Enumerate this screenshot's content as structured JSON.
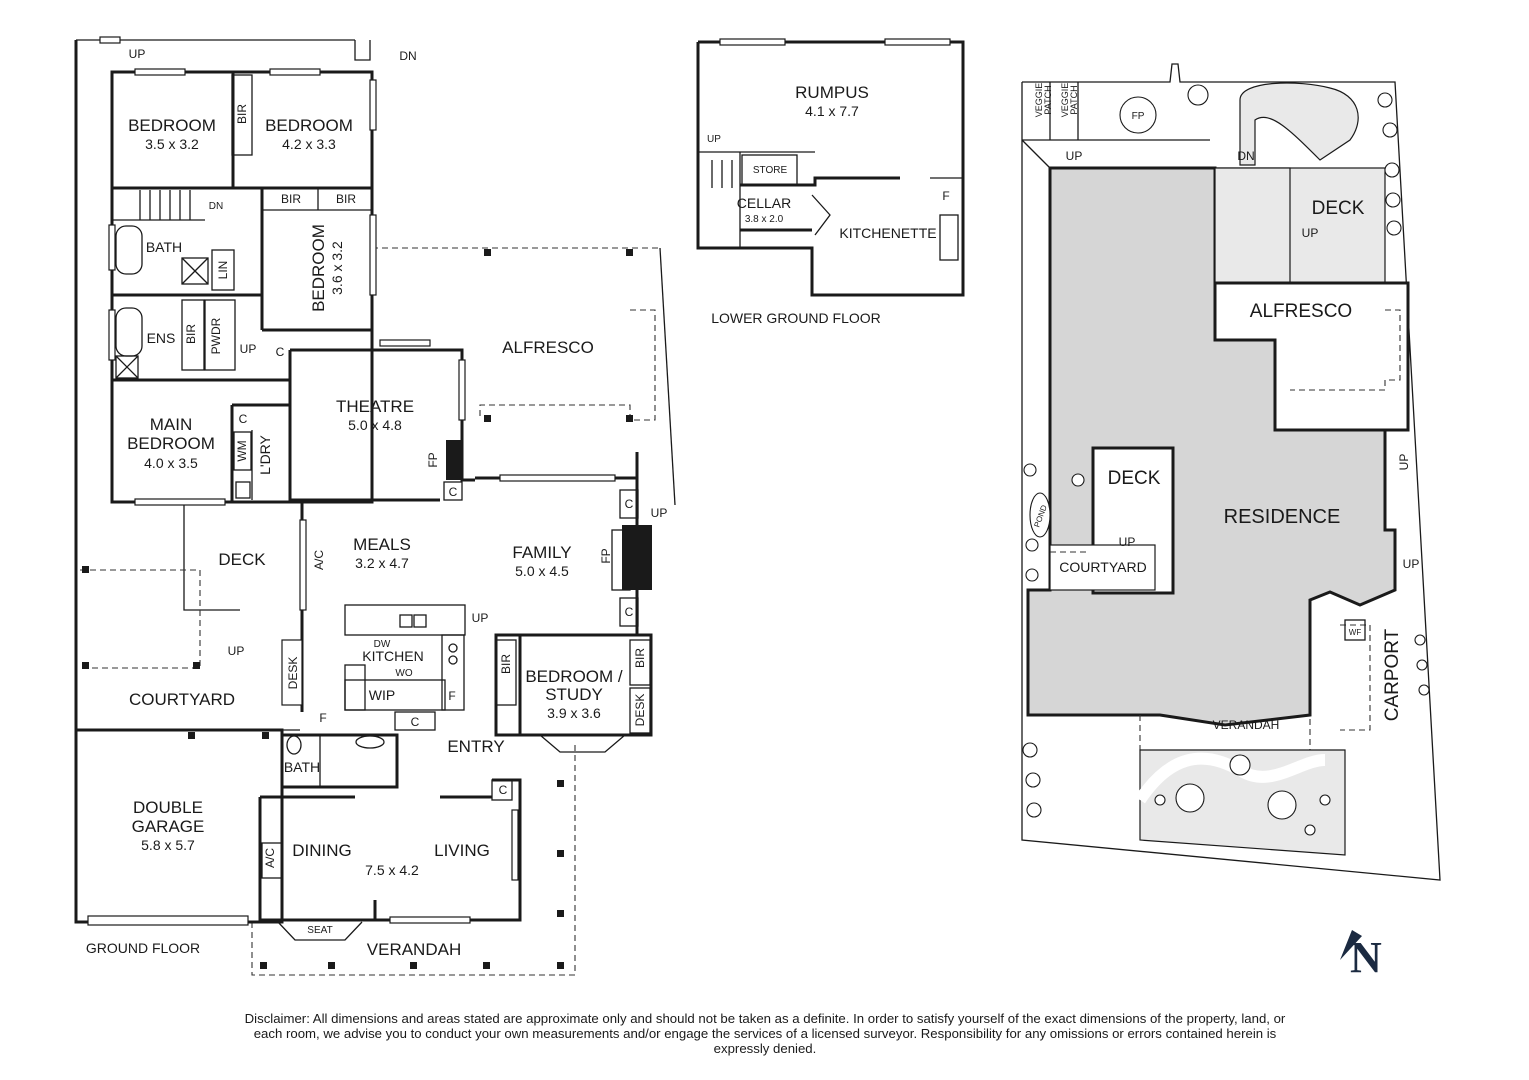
{
  "plans": {
    "ground_floor": {
      "title": "GROUND FLOOR",
      "rooms": [
        {
          "name": "BEDROOM",
          "size": "3.5 x 3.2"
        },
        {
          "name": "BEDROOM",
          "size": "4.2 x 3.3"
        },
        {
          "name": "BEDROOM",
          "size": "3.6 x 3.2"
        },
        {
          "name": "MAIN\nBEDROOM",
          "size": "4.0 x 3.5"
        },
        {
          "name": "THEATRE",
          "size": "5.0 x 4.8"
        },
        {
          "name": "MEALS",
          "size": "3.2 x 4.7"
        },
        {
          "name": "FAMILY",
          "size": "5.0 x 4.5"
        },
        {
          "name": "BEDROOM /\nSTUDY",
          "size": "3.9 x 3.6"
        },
        {
          "name": "DOUBLE\nGARAGE",
          "size": "5.8 x 5.7"
        },
        {
          "name": "DINING",
          "size": ""
        },
        {
          "name": "LIVING",
          "size": "7.5 x 4.2"
        }
      ],
      "labels": {
        "alfresco": "ALFRESCO",
        "deck": "DECK",
        "courtyard": "COURTYARD",
        "verandah": "VERANDAH",
        "kitchen": "KITCHEN",
        "wip": "WIP",
        "entry": "ENTRY",
        "bath": "BATH",
        "ens": "ENS",
        "lin": "LIN",
        "pwdr": "PWDR",
        "ldry": "L'DRY",
        "wm": "WM",
        "desk": "DESK",
        "seat": "SEAT",
        "dw": "DW",
        "wo": "WO",
        "bir": "BIR",
        "ac": "A/C",
        "fp": "FP",
        "c": "C",
        "f": "F",
        "up": "UP",
        "dn": "DN"
      }
    },
    "lower_ground_floor": {
      "title": "LOWER GROUND FLOOR",
      "rooms": [
        {
          "name": "RUMPUS",
          "size": "4.1 x 7.7"
        },
        {
          "name": "CELLAR",
          "size": "3.8 x 2.0"
        },
        {
          "name": "KITCHENETTE",
          "size": ""
        },
        {
          "name": "STORE",
          "size": ""
        }
      ],
      "labels": {
        "up": "UP",
        "f": "F"
      }
    },
    "site_plan": {
      "labels": {
        "residence": "RESIDENCE",
        "deck": "DECK",
        "alfresco": "ALFRESCO",
        "courtyard": "COURTYARD",
        "verandah": "VERANDAH",
        "carport": "CARPORT",
        "pond": "POND",
        "fp": "FP",
        "wf": "WF",
        "veggie1": "VEGGIE\nPATCH",
        "veggie2": "VEGGIE\nPATCH",
        "up": "UP",
        "dn": "DN"
      }
    }
  },
  "north_arrow": "N",
  "disclaimer": "Disclaimer: All dimensions and areas stated are approximate only and should not be taken as a definite. In order to satisfy yourself of the exact dimensions of the property, land, or each room, we advise you to conduct your own measurements and/or engage the services of a licensed surveyor. Responsibility for any omissions or errors contained herein is expressly denied."
}
